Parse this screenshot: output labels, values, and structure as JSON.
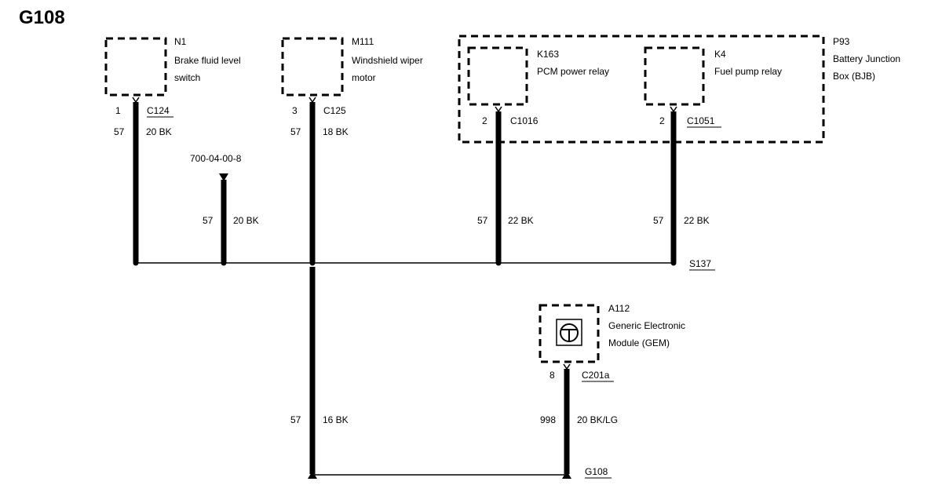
{
  "title": "G108",
  "components": {
    "n1": {
      "id": "N1",
      "name_line1": "Brake fluid level",
      "name_line2": "switch",
      "pin": "1",
      "connector": "C124",
      "circuit": "57",
      "wire": "20 BK"
    },
    "m111": {
      "id": "M111",
      "name_line1": "Windshield wiper",
      "name_line2": "motor",
      "pin": "3",
      "connector": "C125",
      "circuit": "57",
      "wire": "18 BK"
    },
    "p93": {
      "id": "P93",
      "name_line1": "Battery Junction",
      "name_line2": "Box (BJB)"
    },
    "k163": {
      "id": "K163",
      "name_line1": "PCM power relay",
      "pin": "2",
      "connector": "C1016",
      "circuit": "57",
      "wire": "22 BK"
    },
    "k4": {
      "id": "K4",
      "name_line1": "Fuel pump relay",
      "pin": "2",
      "connector": "C1051",
      "circuit": "57",
      "wire": "22 BK"
    },
    "a112": {
      "id": "A112",
      "name_line1": "Generic Electronic",
      "name_line2": "Module (GEM)",
      "pin": "8",
      "connector": "C201a",
      "circuit": "998",
      "wire": "20 BK/LG"
    }
  },
  "reference": {
    "code": "700-04-00-8",
    "circuit": "57",
    "wire": "20 BK"
  },
  "splice": {
    "label": "S137"
  },
  "ground_wire": {
    "circuit": "57",
    "wire": "16 BK"
  },
  "ground": {
    "label": "G108"
  }
}
